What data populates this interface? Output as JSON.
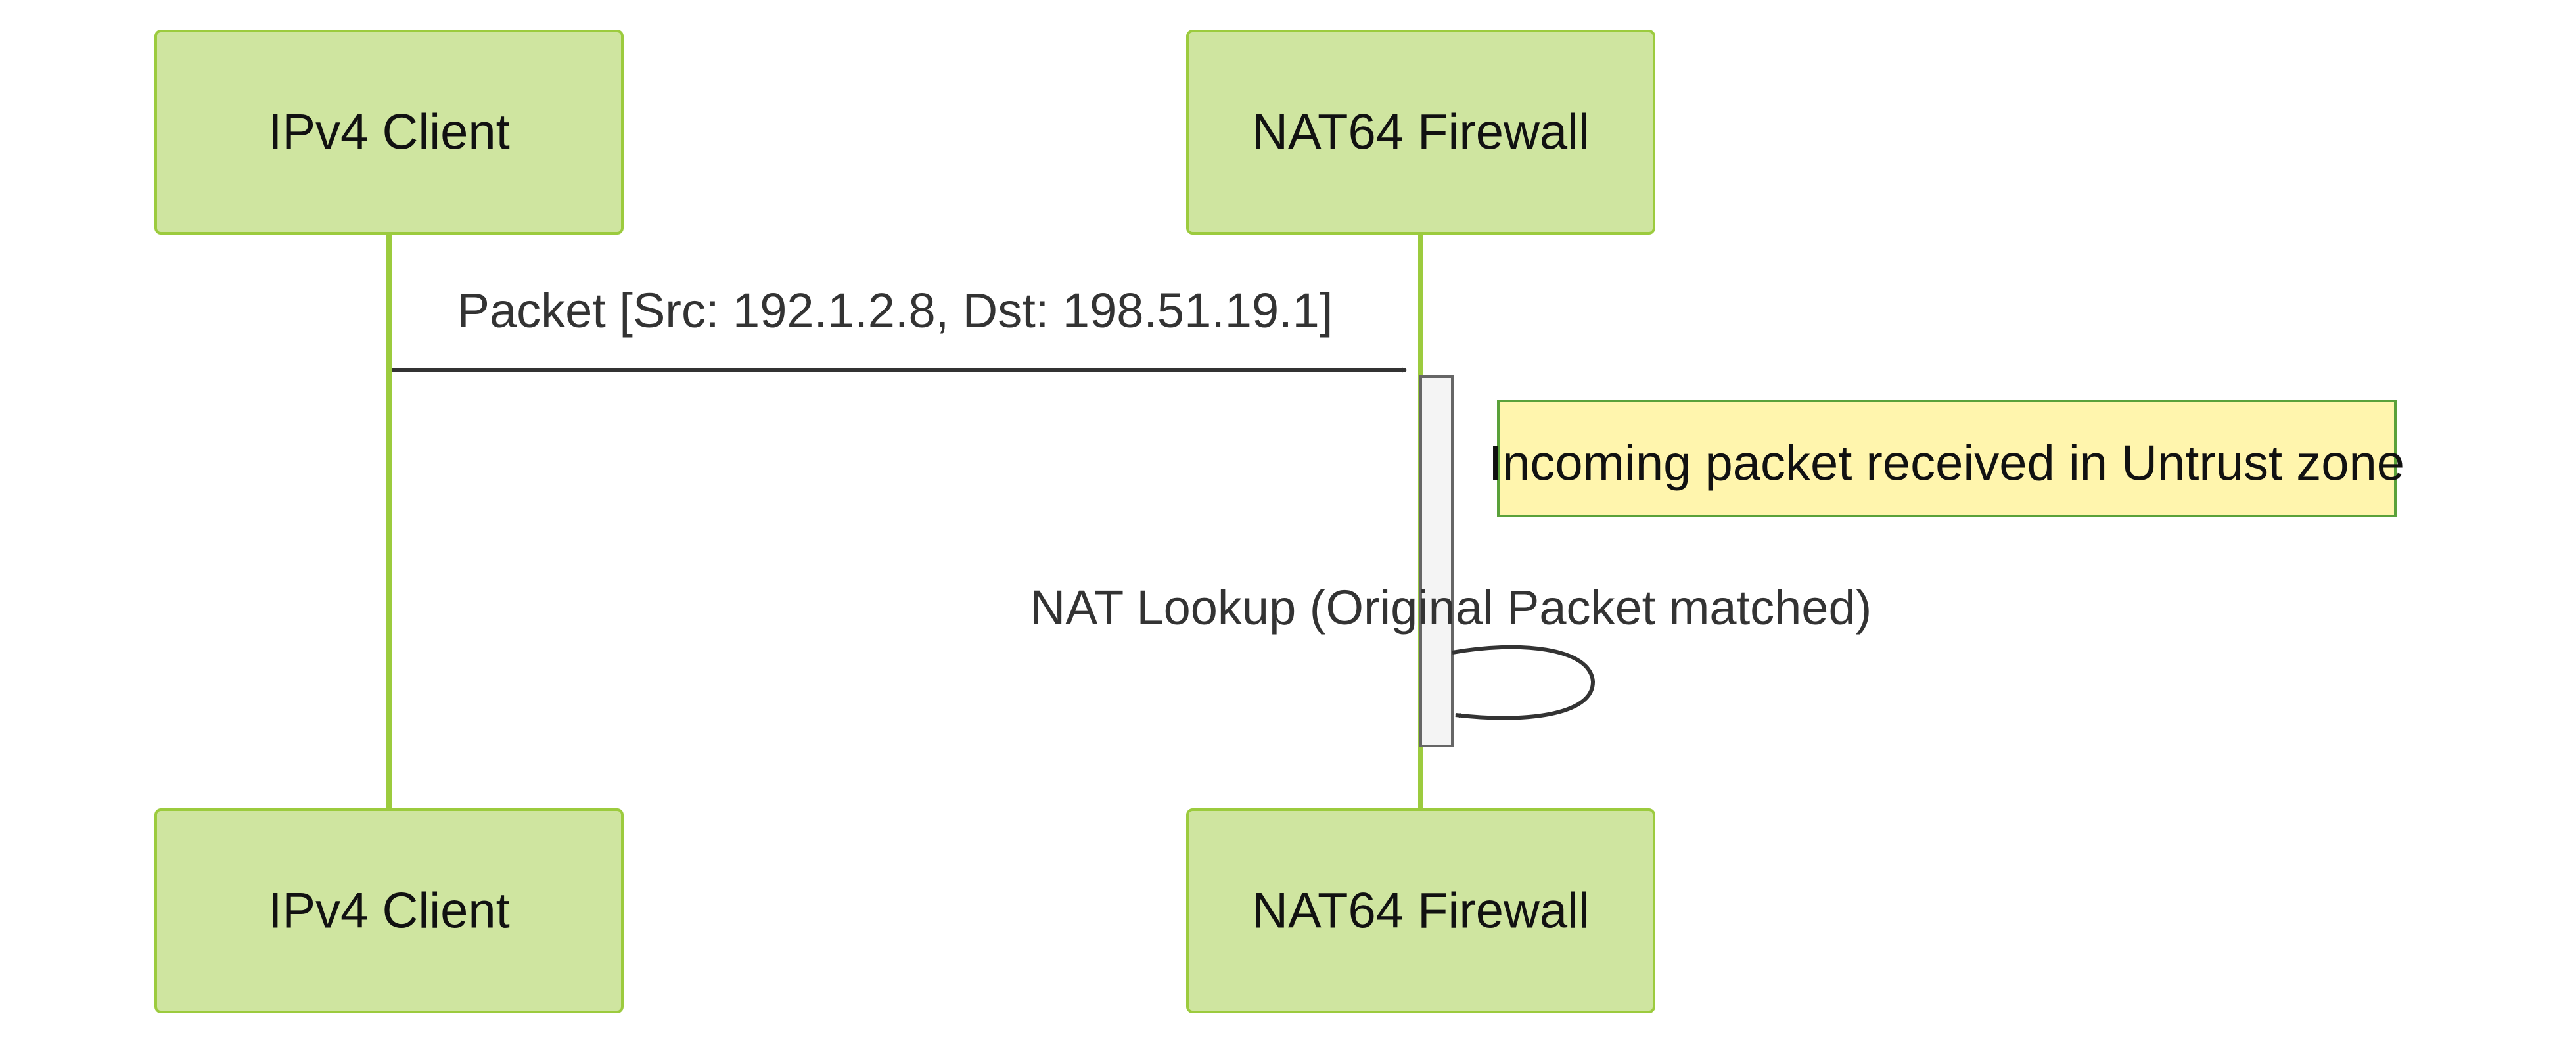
{
  "diagram": {
    "type": "sequence",
    "participants": [
      {
        "id": "client",
        "label_top": "IPv4 Client",
        "label_bottom": "IPv4 Client"
      },
      {
        "id": "firewall",
        "label_top": "NAT64 Firewall",
        "label_bottom": "NAT64 Firewall"
      }
    ],
    "messages": [
      {
        "from": "client",
        "to": "firewall",
        "label": "Packet [Src: 192.1.2.8, Dst: 198.51.19.1]"
      },
      {
        "from": "firewall",
        "to": "firewall",
        "label": "NAT Lookup (Original Packet matched)"
      }
    ],
    "note": {
      "over": "firewall",
      "placement": "right-of",
      "text": "Incoming packet received in Untrust zone"
    },
    "colors": {
      "actor_fill": "#cfe5a0",
      "actor_border": "#9ccb3e",
      "lifeline": "#9ccb3e",
      "note_fill": "#fff5ad",
      "note_border": "#5aa13a",
      "message_line": "#333333",
      "activation_fill": "#f4f4f4"
    }
  }
}
